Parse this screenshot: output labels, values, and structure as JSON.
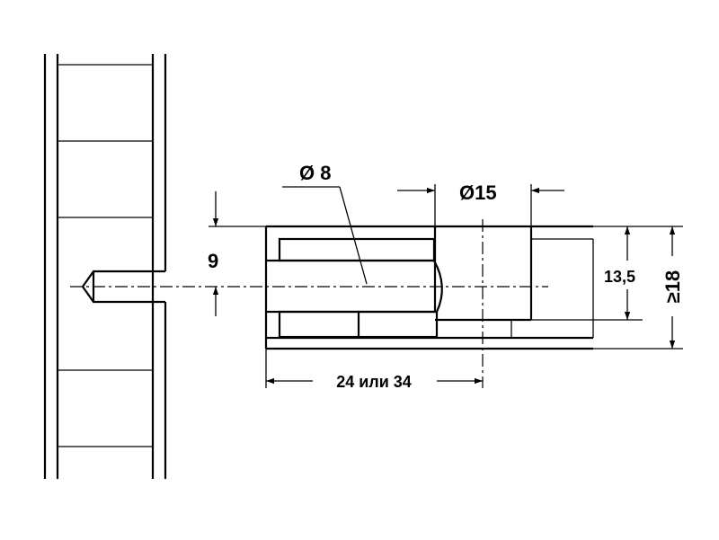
{
  "labels": {
    "dowel_diameter": "Ø 8",
    "housing_diameter": "Ø15",
    "offset": "9",
    "depth": "13,5",
    "panel_thickness": "≥18",
    "length": "24 или 34"
  },
  "colors": {
    "line": "#000000",
    "background": "#ffffff"
  }
}
